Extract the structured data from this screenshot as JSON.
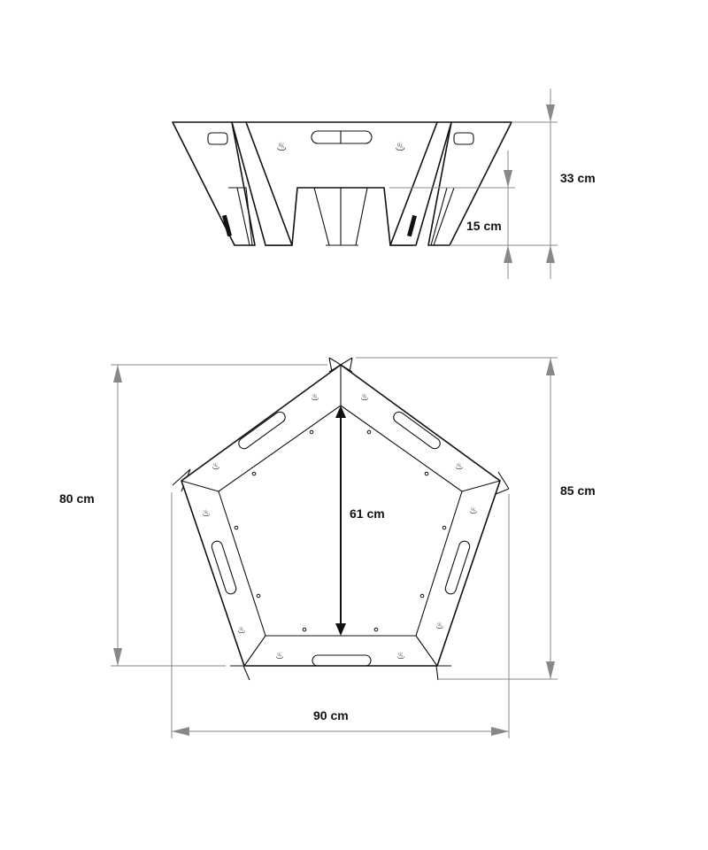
{
  "top_view": {
    "total_height_label": "33 cm",
    "leg_height_label": "15 cm"
  },
  "plan_view": {
    "inner_depth_label": "61 cm",
    "height_left_label": "80 cm",
    "height_right_label": "85 cm",
    "width_label": "90 cm"
  },
  "colors": {
    "line": "#111111",
    "dimension": "#888888"
  }
}
